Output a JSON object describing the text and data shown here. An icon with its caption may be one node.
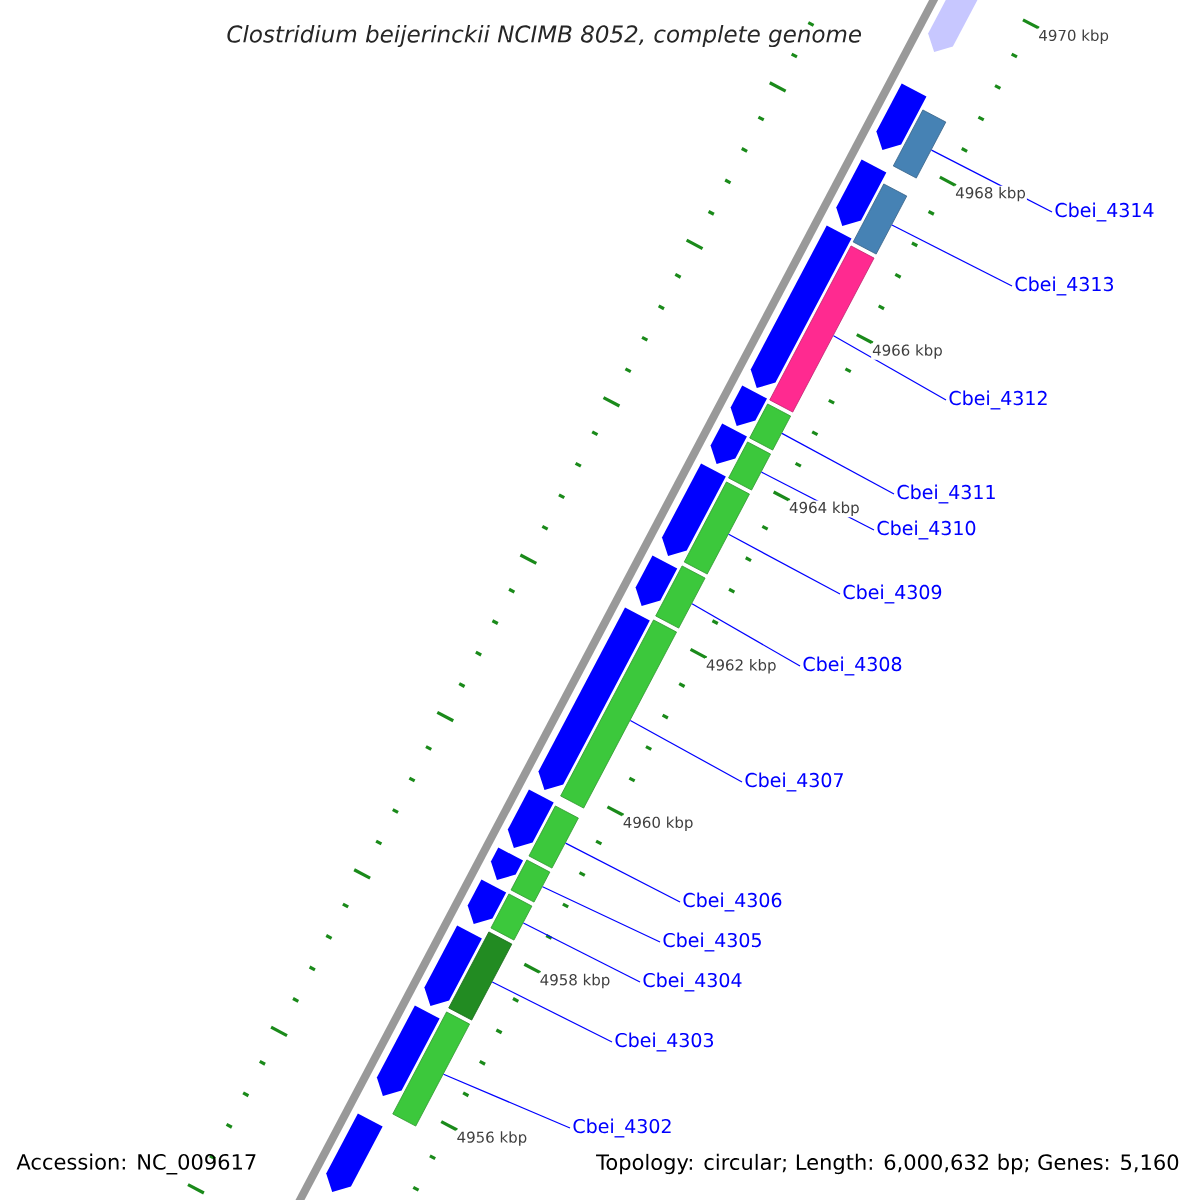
{
  "diagram": {
    "title": "Clostridium beijerinckii NCIMB 8052, complete genome",
    "nodes": [
      {
        "text": [
          "Cbei_4314"
        ]
      },
      {
        "text": [
          "Cbei_4313"
        ]
      },
      {
        "text": [
          "Cbei_4312"
        ]
      },
      {
        "text": [
          "Cbei_4311"
        ]
      },
      {
        "text": [
          "Cbei_4310"
        ]
      },
      {
        "text": [
          "Cbei_4309"
        ]
      },
      {
        "text": [
          "Cbei_4308"
        ]
      },
      {
        "text": [
          "Cbei_4307"
        ]
      },
      {
        "text": [
          "Cbei_4306"
        ]
      },
      {
        "text": [
          "Cbei_4305"
        ]
      },
      {
        "text": [
          "Cbei_4304"
        ]
      },
      {
        "text": [
          "Cbei_4303"
        ]
      },
      {
        "text": [
          "Cbei_4302"
        ]
      },
      {
        "text": [],
        "shape": "bar"
      },
      {
        "text": [],
        "shape": "bar"
      },
      {
        "text": [],
        "shape": "bar"
      },
      {
        "text": [],
        "shape": "bar"
      },
      {
        "text": [],
        "shape": "bar"
      },
      {
        "text": [],
        "shape": "bar"
      },
      {
        "text": [],
        "shape": "bar"
      },
      {
        "text": [],
        "shape": "bar"
      },
      {
        "text": [],
        "shape": "bar"
      },
      {
        "text": [],
        "shape": "bar"
      },
      {
        "text": [],
        "shape": "bar"
      },
      {
        "text": [],
        "shape": "bar"
      },
      {
        "text": [],
        "shape": "bar"
      }
    ],
    "edges": [
      {
        "from": 0,
        "to": 13,
        "arrow": "none"
      },
      {
        "from": 1,
        "to": 14,
        "arrow": "none"
      },
      {
        "from": 2,
        "to": 15,
        "arrow": "none"
      },
      {
        "from": 3,
        "to": 16,
        "arrow": "none"
      },
      {
        "from": 4,
        "to": 17,
        "arrow": "none"
      },
      {
        "from": 5,
        "to": 18,
        "arrow": "none"
      },
      {
        "from": 6,
        "to": 19,
        "arrow": "none"
      },
      {
        "from": 7,
        "to": 20,
        "arrow": "none"
      },
      {
        "from": 8,
        "to": 21,
        "arrow": "none"
      },
      {
        "from": 9,
        "to": 22,
        "arrow": "none"
      },
      {
        "from": 10,
        "to": 23,
        "arrow": "none"
      },
      {
        "from": 11,
        "to": 24,
        "arrow": "none"
      },
      {
        "from": 12,
        "to": 25,
        "arrow": "none"
      }
    ],
    "labels": [
      "4970 kbp",
      "4968 kbp",
      "4966 kbp",
      "4964 kbp",
      "4962 kbp",
      "4960 kbp",
      "4958 kbp",
      "4956 kbp",
      "Accession: NC_009617",
      "Topology: circular; Length: 6,000,632 bp; Genes: 5,160"
    ]
  }
}
